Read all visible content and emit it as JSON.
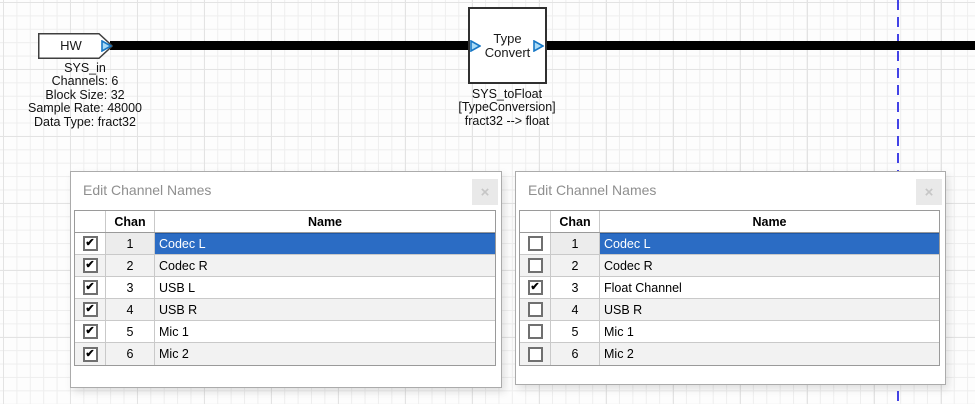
{
  "diagram": {
    "hw_block": {
      "label": "HW",
      "captions": [
        "SYS_in",
        "Channels: 6",
        "Block Size: 32",
        "Sample Rate: 48000",
        "Data Type: fract32"
      ]
    },
    "type_convert_block": {
      "label_lines": [
        "Type",
        "Convert"
      ],
      "captions": [
        "SYS_toFloat",
        "[TypeConversion]",
        "fract32 --> float"
      ]
    }
  },
  "glyphs": {
    "check": "✔",
    "close": "×"
  },
  "colors": {
    "selection_blue": "#2b6cc4",
    "wire": "#000000",
    "pin_fill": "#a9dbf7",
    "pin_stroke": "#1777c5",
    "guide": "#4343e6"
  },
  "dialogs": [
    {
      "title": "Edit Channel Names",
      "columns": {
        "chan": "Chan",
        "name": "Name"
      },
      "rows": [
        {
          "checked": true,
          "chan": "1",
          "name": "Codec L",
          "selected": true
        },
        {
          "checked": true,
          "chan": "2",
          "name": "Codec R",
          "selected": false
        },
        {
          "checked": true,
          "chan": "3",
          "name": "USB L",
          "selected": false
        },
        {
          "checked": true,
          "chan": "4",
          "name": "USB R",
          "selected": false
        },
        {
          "checked": true,
          "chan": "5",
          "name": "Mic 1",
          "selected": false
        },
        {
          "checked": true,
          "chan": "6",
          "name": "Mic 2",
          "selected": false
        }
      ]
    },
    {
      "title": "Edit Channel Names",
      "columns": {
        "chan": "Chan",
        "name": "Name"
      },
      "rows": [
        {
          "checked": false,
          "chan": "1",
          "name": "Codec L",
          "selected": true
        },
        {
          "checked": false,
          "chan": "2",
          "name": "Codec R",
          "selected": false
        },
        {
          "checked": true,
          "chan": "3",
          "name": "Float Channel",
          "selected": false
        },
        {
          "checked": false,
          "chan": "4",
          "name": "USB R",
          "selected": false
        },
        {
          "checked": false,
          "chan": "5",
          "name": "Mic 1",
          "selected": false
        },
        {
          "checked": false,
          "chan": "6",
          "name": "Mic 2",
          "selected": false
        }
      ]
    }
  ]
}
